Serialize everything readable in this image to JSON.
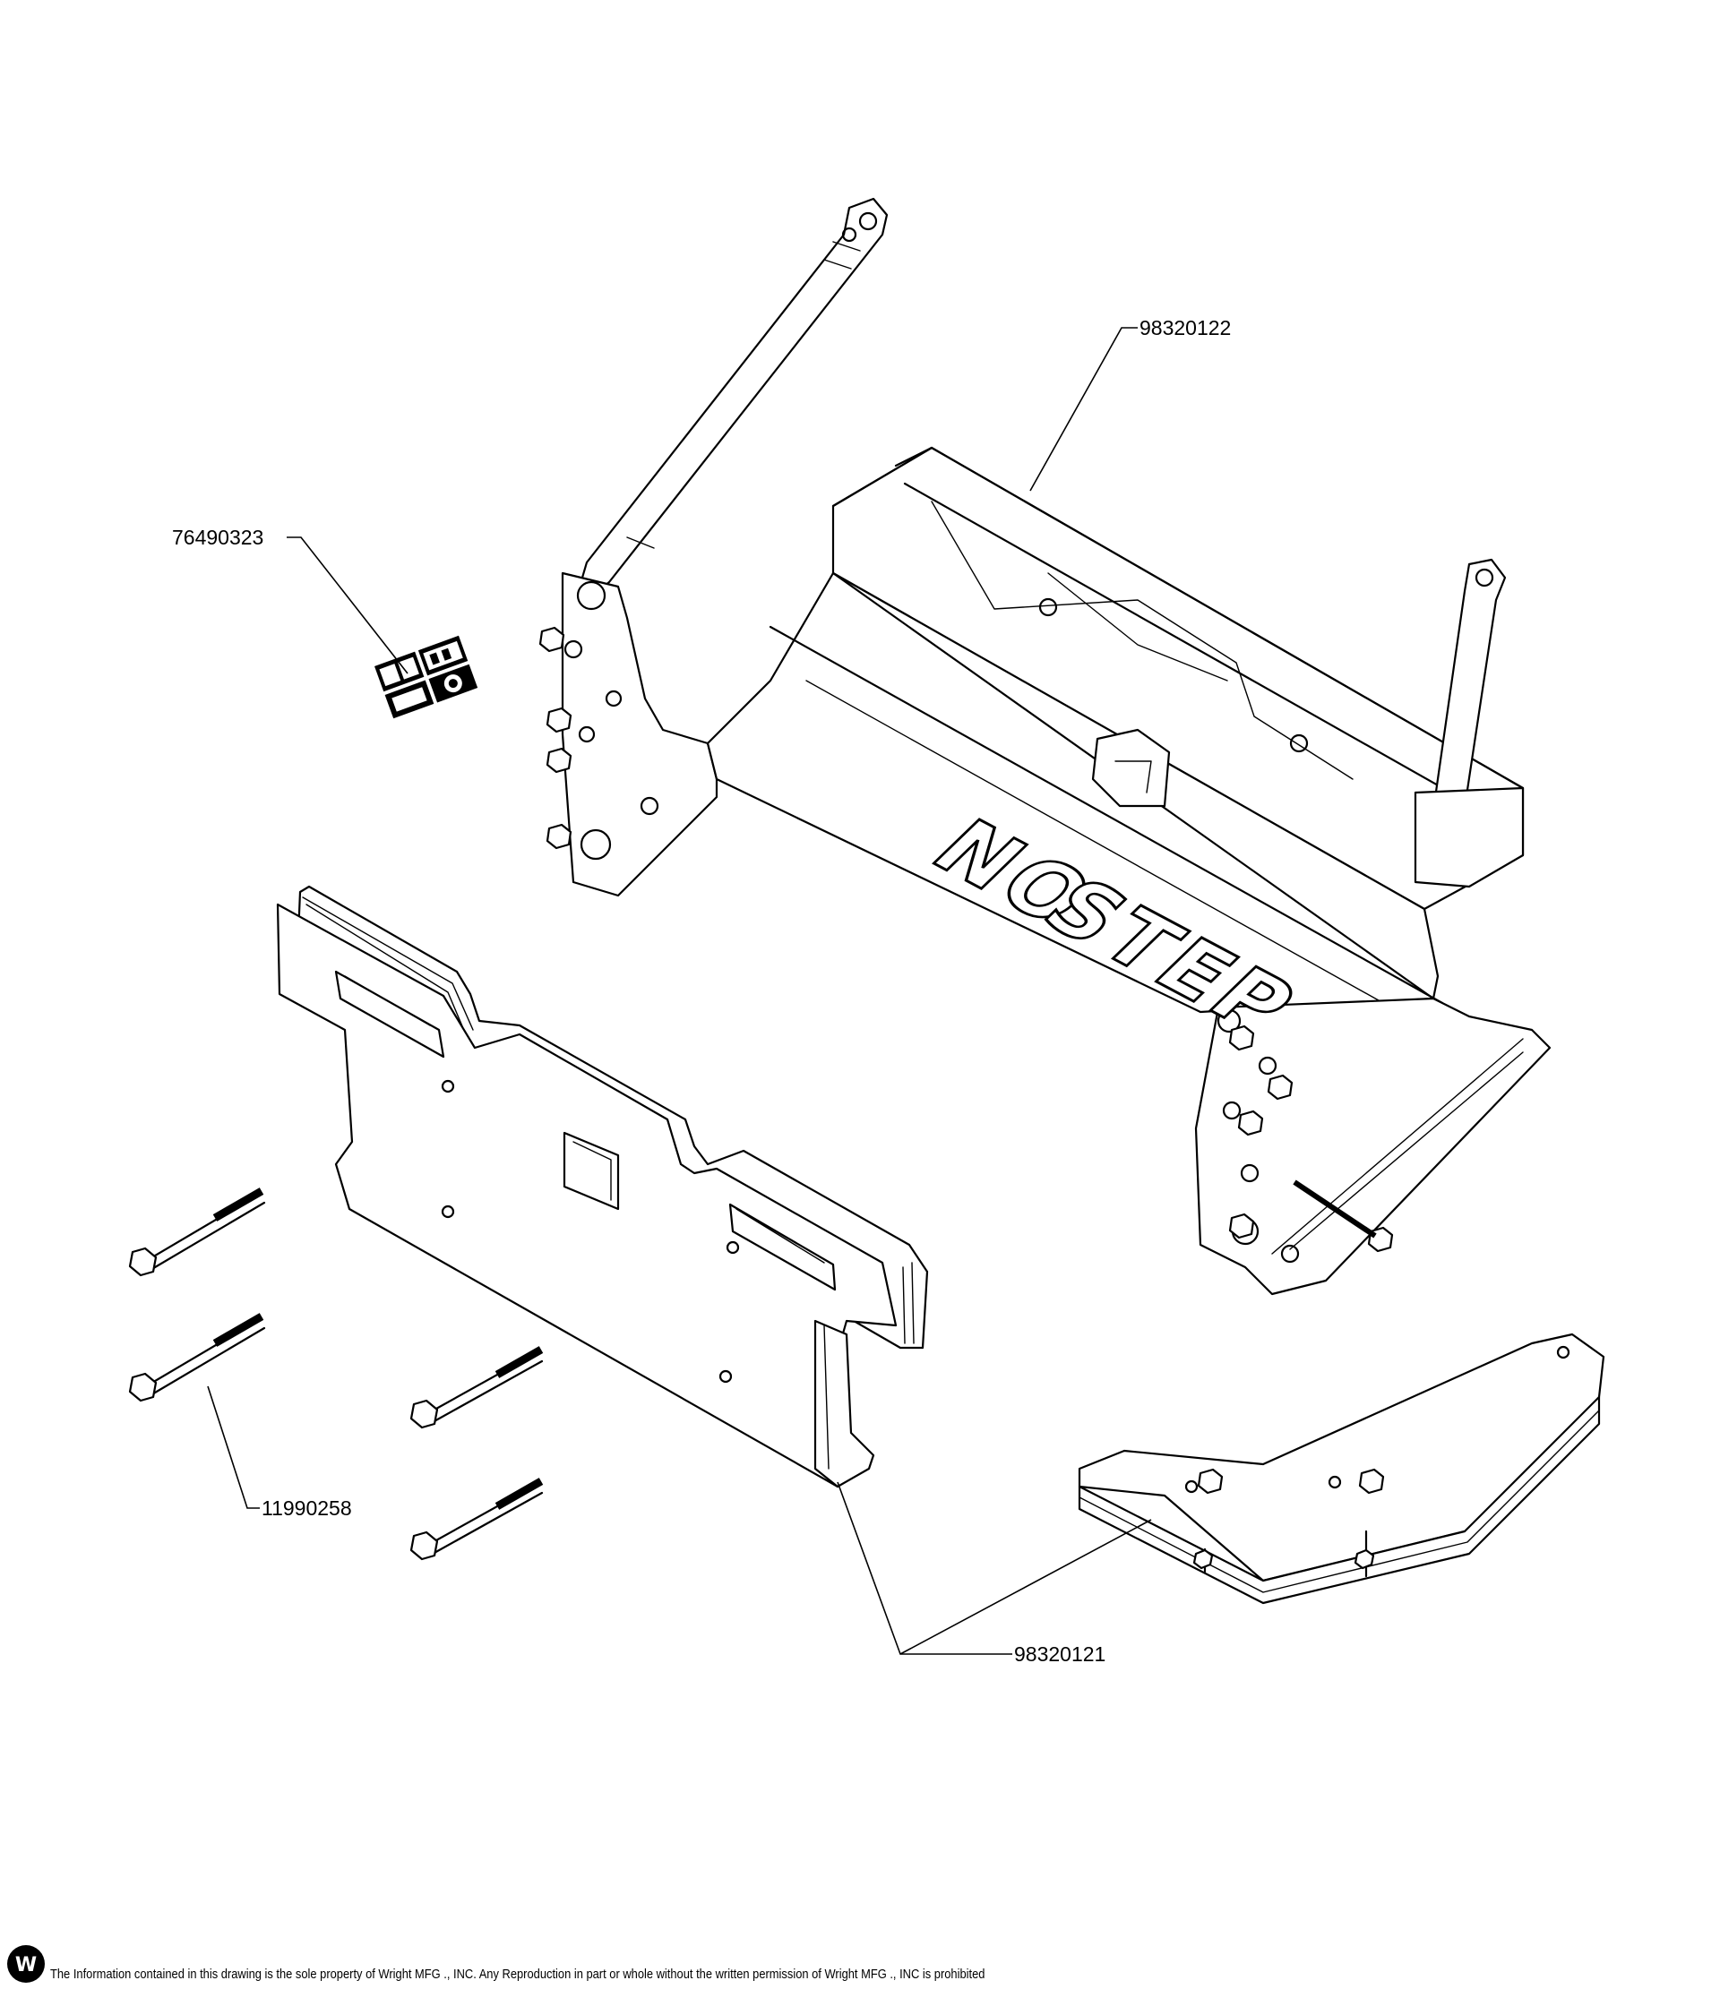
{
  "callouts": {
    "frame": "98320122",
    "decal": "76490323",
    "bolt": "11990258",
    "weights": "98320121"
  },
  "stencil": {
    "line1": "NO",
    "line2": "STEP"
  },
  "footer": {
    "logo": "W",
    "notice": "The Information contained in this drawing is the sole property of Wright MFG ., INC. Any Reproduction in part or whole without the written permission of Wright MFG ., INC is prohibited"
  }
}
